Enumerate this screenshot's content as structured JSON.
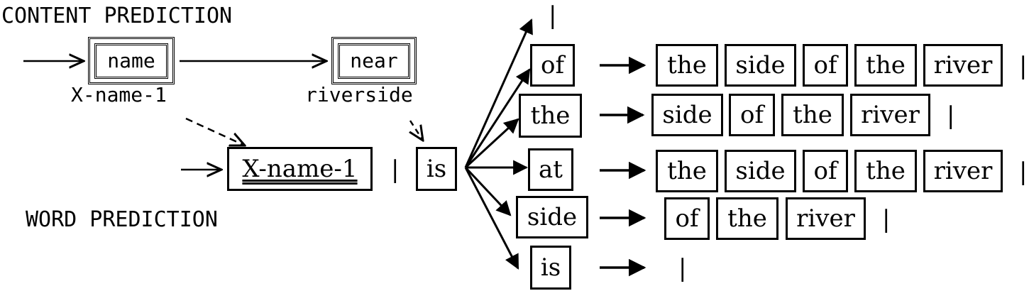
{
  "content_prediction": {
    "label": "CONTENT PREDICTION",
    "slots": [
      {
        "attribute": "name",
        "value": "X-name-1"
      },
      {
        "attribute": "near",
        "value": "riverside"
      }
    ]
  },
  "word_prediction": {
    "label": "WORD PREDICTION",
    "prefix": [
      "X-name-1",
      "|",
      "is"
    ],
    "branches": [
      {
        "next": "|",
        "continuation": []
      },
      {
        "next": "of",
        "continuation": [
          "the",
          "side",
          "of",
          "the",
          "river",
          "|"
        ]
      },
      {
        "next": "the",
        "continuation": [
          "side",
          "of",
          "the",
          "river",
          "|"
        ]
      },
      {
        "next": "at",
        "continuation": [
          "the",
          "side",
          "of",
          "the",
          "river",
          "|"
        ]
      },
      {
        "next": "side",
        "continuation": [
          "of",
          "the",
          "river",
          "|"
        ]
      },
      {
        "next": "is",
        "continuation": [
          "|"
        ]
      }
    ]
  }
}
